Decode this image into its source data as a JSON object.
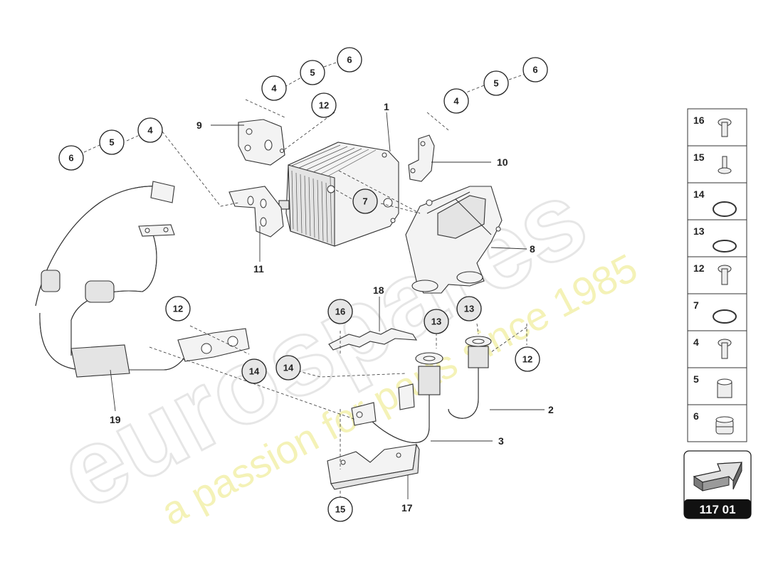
{
  "watermark": {
    "brand": "eurospares",
    "tagline": "a passion for parts since 1985"
  },
  "diagram_code": "117 01",
  "callouts": {
    "c6a": "6",
    "c5a": "5",
    "c4a": "4",
    "c4b": "4",
    "c5b": "5",
    "c6b": "6",
    "c12a": "12",
    "c4c": "4",
    "c5c": "5",
    "c6c": "6",
    "c7": "7",
    "c12b": "12",
    "c16": "16",
    "c13a": "13",
    "c13b": "13",
    "c12c": "12",
    "c14a": "14",
    "c14b": "14",
    "c15": "15"
  },
  "part_labels": {
    "p1": "1",
    "p9": "9",
    "p10": "10",
    "p11": "11",
    "p8": "8",
    "p18": "18",
    "p19": "19",
    "p2": "2",
    "p3": "3",
    "p17": "17"
  },
  "side_table": {
    "rows": [
      "16",
      "15",
      "14",
      "13",
      "12",
      "7",
      "4",
      "5",
      "6"
    ]
  }
}
